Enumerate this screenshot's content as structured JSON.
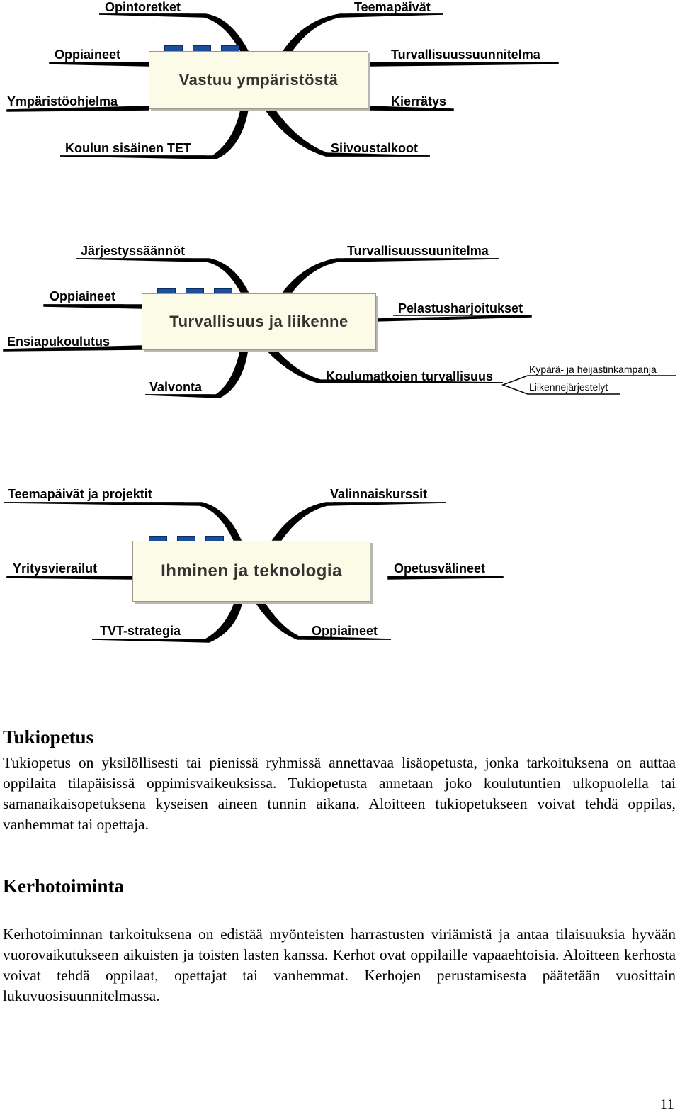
{
  "map1": {
    "center": "Vastuu ympäristöstä",
    "branches": {
      "opintoretket": "Opintoretket",
      "teemapaivat": "Teemapäivät",
      "oppiaineet": "Oppiaineet",
      "turvallisuussuunnitelma": "Turvallisuussuunnitelma",
      "ymparistoohjelma": "Ympäristöohjelma",
      "kierratys": "Kierrätys",
      "tet": "Koulun sisäinen TET",
      "siivoustalkoot": "Siivoustalkoot"
    }
  },
  "map2": {
    "center": "Turvallisuus ja liikenne",
    "branches": {
      "jarjestyssaannot": "Järjestyssäännöt",
      "turvallisuussuunitelma": "Turvallisuussuunitelma",
      "oppiaineet": "Oppiaineet",
      "pelastusharjoitukset": "Pelastusharjoitukset",
      "ensiapukoulutus": "Ensiapukoulutus",
      "valvonta": "Valvonta",
      "koulumatkat": "Koulumatkojen turvallisuus",
      "kypara": "Kypärä- ja heijastinkampanja",
      "liikennejarjestelyt": "Liikennejärjestelyt"
    }
  },
  "map3": {
    "center": "Ihminen ja teknologia",
    "branches": {
      "teemapaivat": "Teemapäivät ja projektit",
      "valinnaiskurssit": "Valinnaiskurssit",
      "yritysvierailut": "Yritysvierailut",
      "opetusvalineet": "Opetusvälineet",
      "tvt": "TVT-strategia",
      "oppiaineet": "Oppiaineet"
    }
  },
  "tukiopetus": {
    "heading": "Tukiopetus",
    "text": "Tukiopetus on yksilöllisesti tai pienissä ryhmissä annettavaa lisäopetusta, jonka tarkoituksena on auttaa oppilaita tilapäisissä oppimisvaikeuksissa. Tukiopetusta annetaan joko koulutuntien ulkopuolella tai samanaikaisopetuksena kyseisen aineen tunnin aikana. Aloitteen tukiopetukseen voivat tehdä oppilas, vanhemmat tai opettaja."
  },
  "kerhotoiminta": {
    "heading": "Kerhotoiminta",
    "text": "Kerhotoiminnan tarkoituksena on edistää myönteisten harrastusten viriämistä ja antaa tilaisuuksia hyvään vuorovaikutukseen aikuisten ja toisten lasten kanssa. Kerhot ovat oppilaille vapaaehtoisia. Aloitteen kerhosta voivat tehdä oppilaat, opettajat tai vanhemmat. Kerhojen perustamisesta päätetään vuosittain lukuvuosisuunnitelmassa."
  },
  "page_number": "11"
}
